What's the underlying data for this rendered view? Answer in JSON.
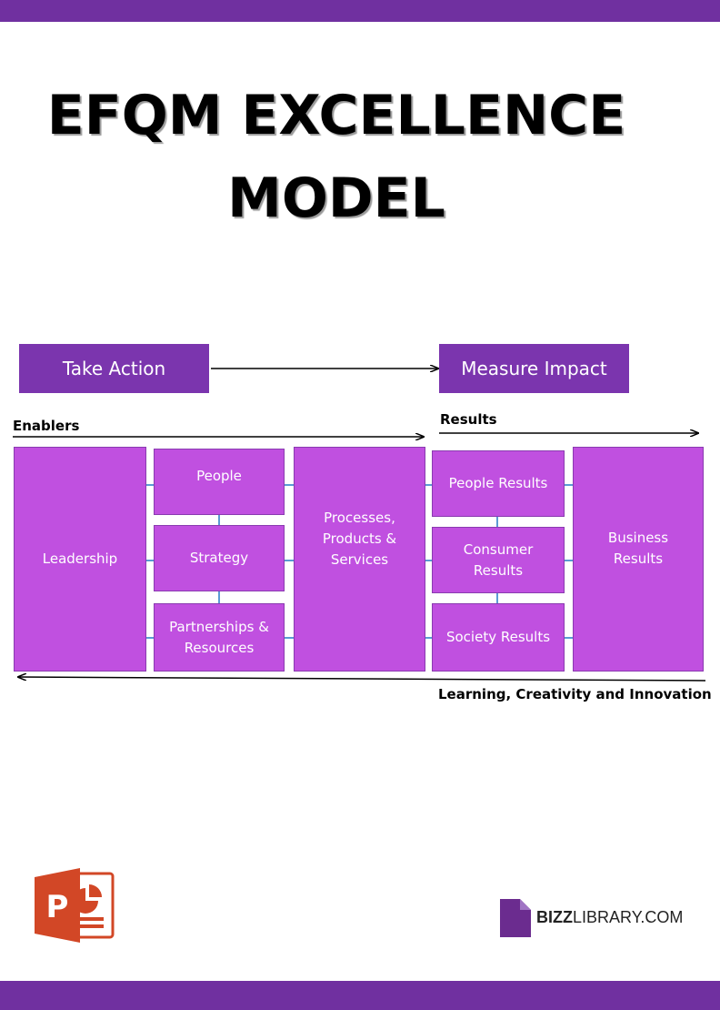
{
  "title": {
    "line1": "EFQM EXCELLENCE",
    "line2": "MODEL"
  },
  "header": {
    "take_action": "Take Action",
    "measure_impact": "Measure Impact"
  },
  "labels": {
    "enablers": "Enablers",
    "results": "Results",
    "learning": "Learning, Creativity and Innovation"
  },
  "boxes": {
    "leadership": "Leadership",
    "people": "People",
    "strategy": "Strategy",
    "partnerships_1": "Partnerships &",
    "partnerships_2": "Resources",
    "processes_1": "Processes,",
    "processes_2": "Products &",
    "processes_3": "Services",
    "people_results": "People Results",
    "consumer_1": "Consumer",
    "consumer_2": "Results",
    "society_results": "Society Results",
    "business_1": "Business",
    "business_2": "Results"
  },
  "brand": {
    "bizz_bold": "BIZZ",
    "bizz_rest": "LIBRARY.COM",
    "ppt_letter": "P"
  },
  "colors": {
    "band": "#7030a0",
    "header_box": "#7b35ae",
    "box_fill": "#c050e0",
    "connector": "#5b9bd5",
    "ppt": "#d24726",
    "bizz": "#6b2c8f"
  }
}
